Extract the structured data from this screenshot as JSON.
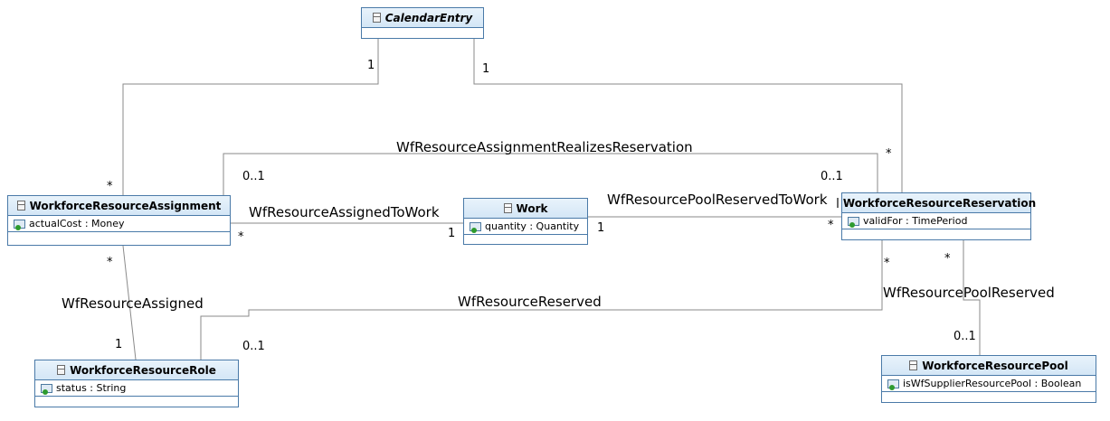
{
  "classes": {
    "calendar_entry": {
      "name": "CalendarEntry",
      "abstract": true
    },
    "workforce_resource_assignment": {
      "name": "WorkforceResourceAssignment",
      "attribute": "actualCost : Money"
    },
    "work": {
      "name": "Work",
      "attribute": "quantity : Quantity"
    },
    "workforce_resource_reservation": {
      "name": "WorkforceResourceReservation",
      "attribute": "validFor : TimePeriod"
    },
    "workforce_resource_role": {
      "name": "WorkforceResourceRole",
      "attribute": "status : String"
    },
    "workforce_resource_pool": {
      "name": "WorkforceResourcePool",
      "attribute": "isWfSupplierResourcePool : Boolean"
    }
  },
  "associations": {
    "realizes_reservation": "WfResourceAssignmentRealizesReservation",
    "assigned_to_work": "WfResourceAssignedToWork",
    "pool_reserved_to_work": "WfResourcePoolReservedToWork",
    "reserved": "WfResourceReserved",
    "assigned": "WfResourceAssigned",
    "pool_reserved": "WfResourcePoolReserved"
  },
  "multiplicities": {
    "calendar_to_assignment_top": "1",
    "calendar_to_reservation_top": "1",
    "calendar_assignment_end": "*",
    "calendar_reservation_end": "*",
    "realizes_assignment_end": "0..1",
    "realizes_reservation_end": "0..1",
    "assigned_to_work_assignment_end": "*",
    "assigned_to_work_work_end": "1",
    "pool_reserved_to_work_work_end": "1",
    "pool_reserved_to_work_reservation_end": "*",
    "assigned_assignment_end": "*",
    "assigned_role_end": "1",
    "reserved_role_end": "0..1",
    "reserved_reservation_end": "*",
    "pool_reserved_reservation_end": "*",
    "pool_reserved_pool_end": "0..1"
  },
  "colors": {
    "class_border": "#4a7aa8",
    "class_header": "#d4e6f6",
    "edge": "#8a8a8a"
  }
}
